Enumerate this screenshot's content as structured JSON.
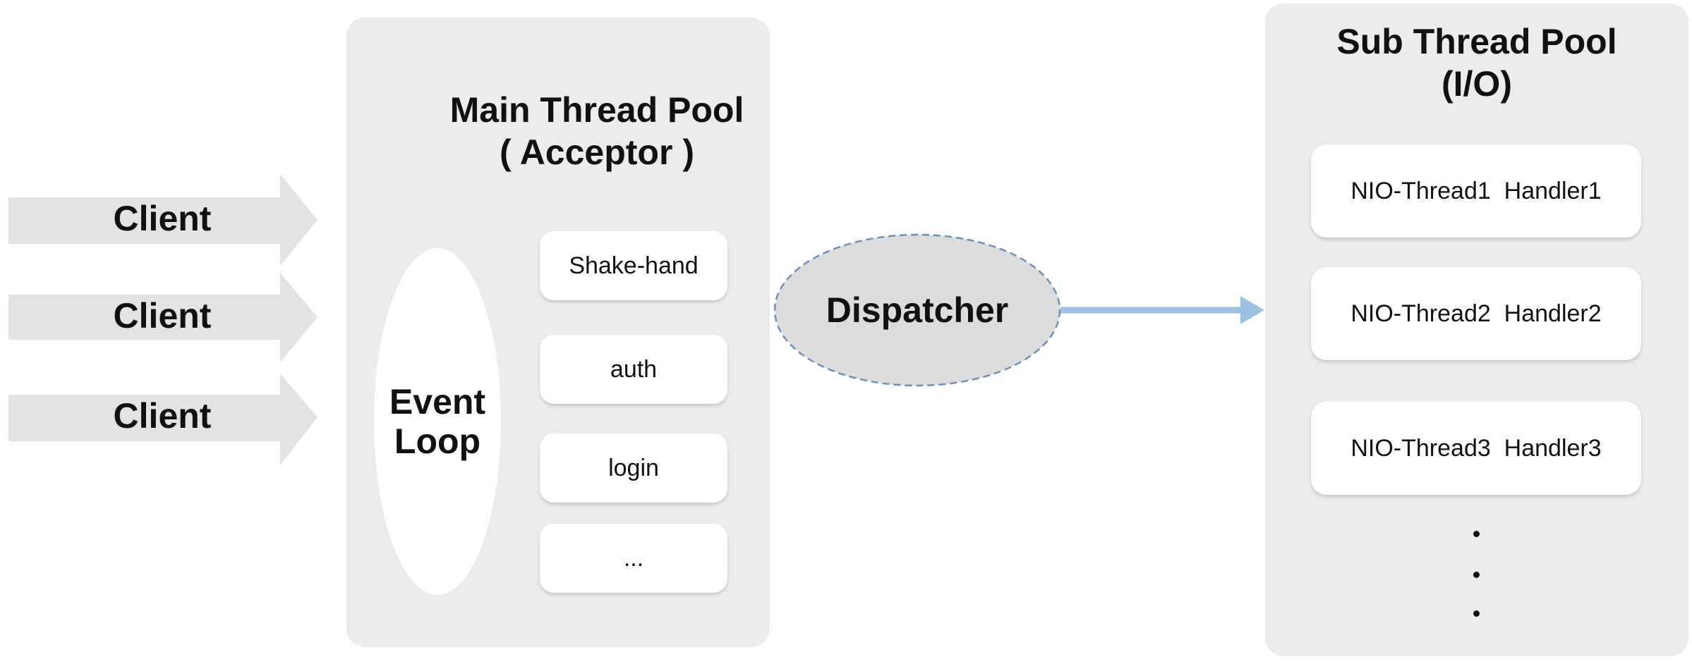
{
  "clients": [
    "Client",
    "Client",
    "Client"
  ],
  "main_pool": {
    "title": "Main Thread Pool\n( Acceptor )",
    "event_loop": "Event\nLoop",
    "steps": [
      "Shake-hand",
      "auth",
      "login",
      "..."
    ]
  },
  "dispatcher": "Dispatcher",
  "sub_pool": {
    "title": "Sub Thread Pool\n(I/O)",
    "handlers": [
      "NIO-Thread1  Handler1",
      "NIO-Thread2  Handler2",
      "NIO-Thread3  Handler3"
    ],
    "continuation": "⋮"
  },
  "colors": {
    "panel": "#ececec",
    "client_arrow": "#e3e3e3",
    "dispatcher_fill": "#dcdcdc",
    "dispatcher_border": "#6f8fb4",
    "connector_arrow": "#9ec0e2"
  }
}
